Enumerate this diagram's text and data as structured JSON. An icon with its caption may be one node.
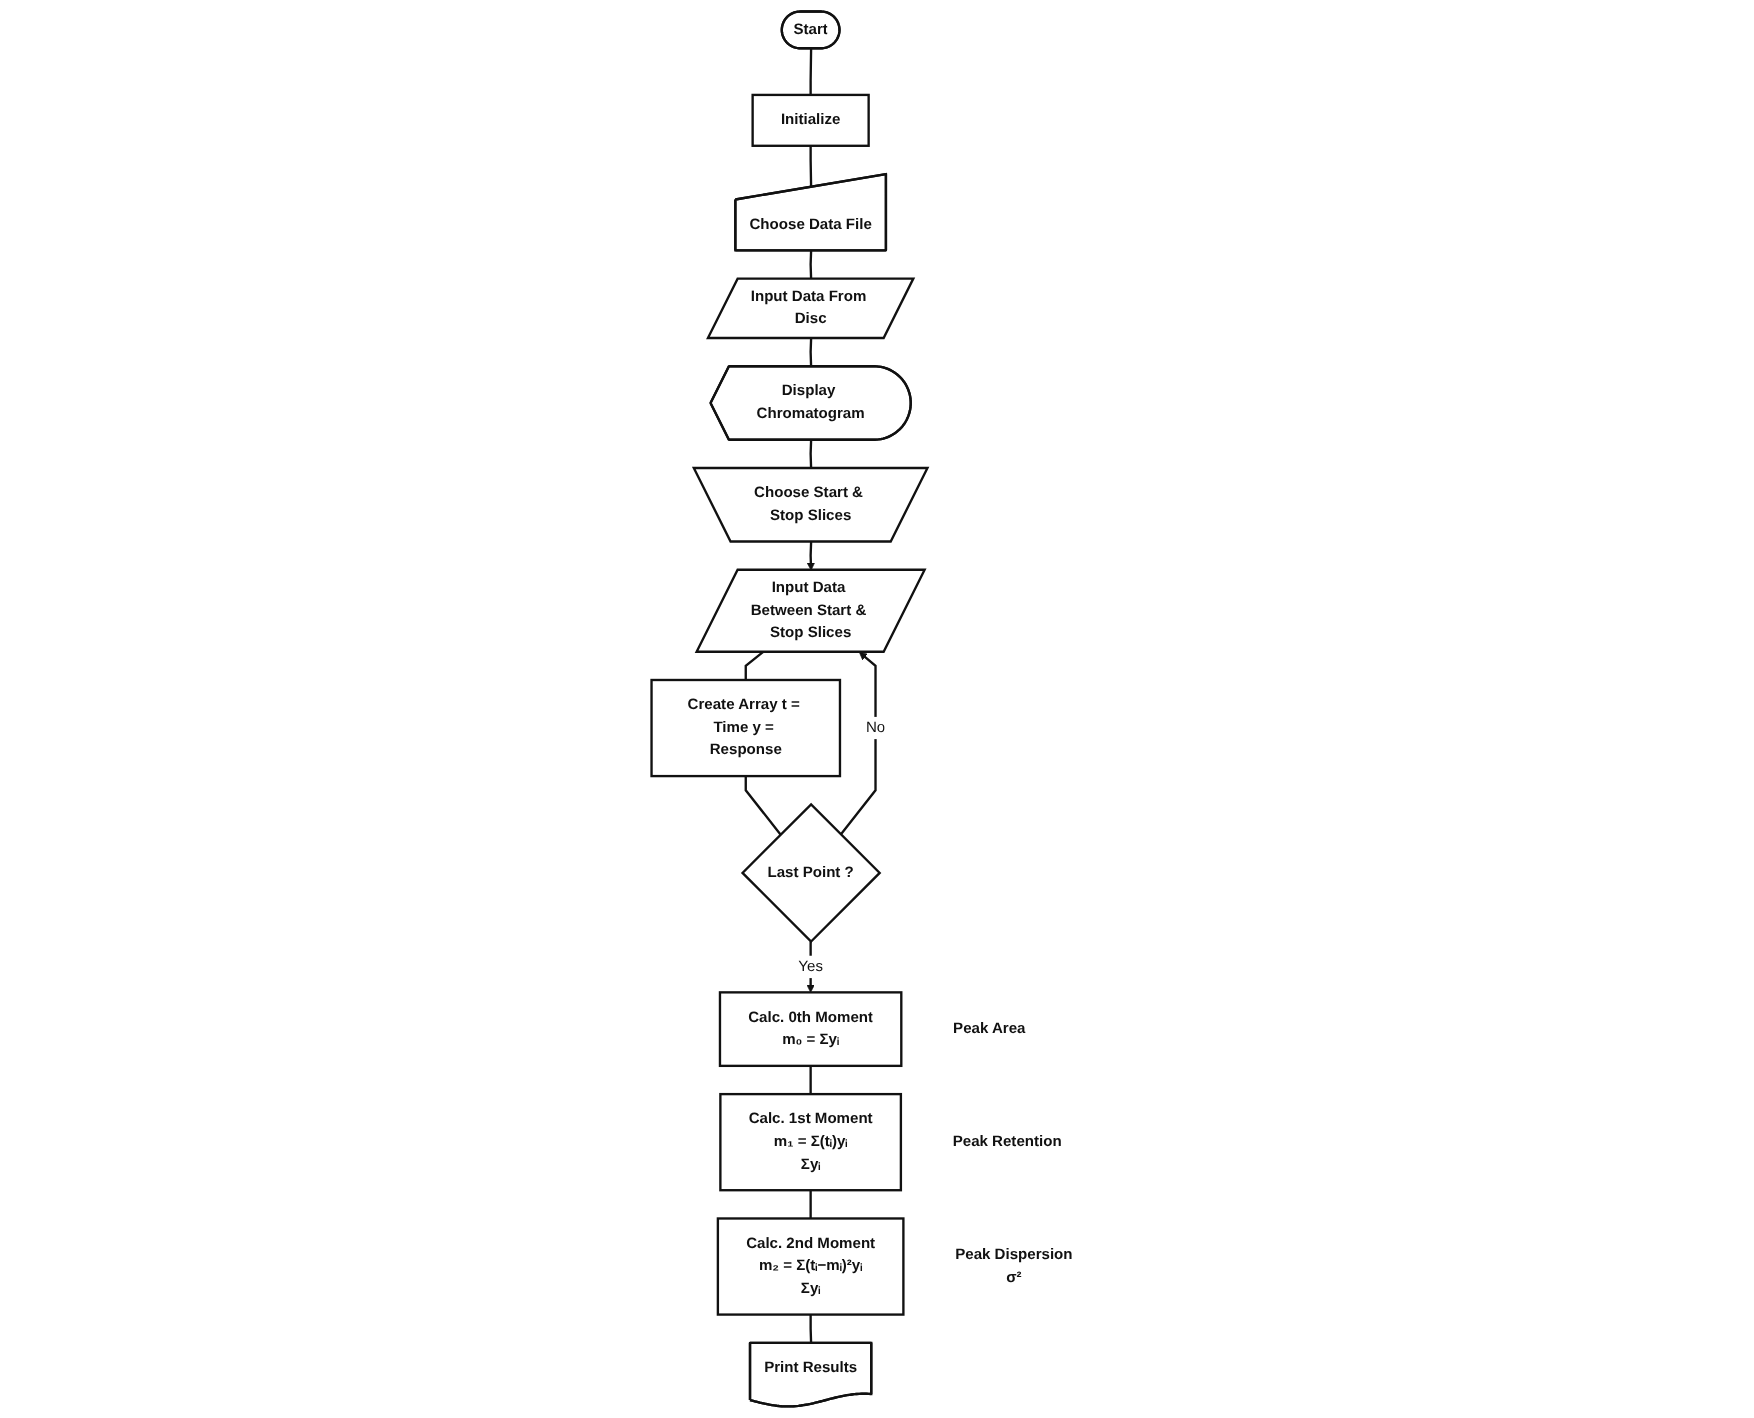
{
  "diagram": {
    "nodes": [
      {
        "text": [
          "Start"
        ]
      },
      {
        "text": [
          "Initialize"
        ]
      },
      {
        "text": [
          "Choose Data File"
        ]
      },
      {
        "text": [
          "Input Data From Disc"
        ]
      },
      {
        "text": [
          "Display Chromatogram"
        ]
      },
      {
        "text": [
          "Choose Start & Stop Slices"
        ]
      },
      {
        "text": [
          "Input Data Between Start & Stop Slices"
        ]
      },
      {
        "text": [
          "Create Array t = Time y = Response"
        ]
      },
      {
        "text": [
          "Last Point ?"
        ]
      },
      {
        "text": [
          "Calc. 0th Moment",
          "m₀ = Σyᵢ"
        ],
        "beside": [
          "Peak Area"
        ]
      },
      {
        "text": [
          "Calc. 1st Moment",
          "m₁ = Σ(tᵢ)yᵢ",
          "Σyᵢ"
        ],
        "beside": [
          "Peak Retention"
        ]
      },
      {
        "text": [
          "Calc. 2nd Moment",
          "m₂ = Σ(tᵢ−mᵢ)²yᵢ",
          "Σyᵢ"
        ],
        "beside": [
          "Peak Dispersion",
          "σ²"
        ]
      },
      {
        "text": [
          "Print Results"
        ]
      }
    ],
    "edges": [
      {
        "from": 0,
        "to": 1,
        "arrow": "none"
      },
      {
        "from": 1,
        "to": 2,
        "arrow": "none"
      },
      {
        "from": 2,
        "to": 3,
        "arrow": "none"
      },
      {
        "from": 3,
        "to": 4,
        "arrow": "none"
      },
      {
        "from": 4,
        "to": 5,
        "arrow": "none"
      },
      {
        "from": 5,
        "to": 6,
        "arrow": "to"
      },
      {
        "from": 6,
        "to": 7,
        "arrow": "none"
      },
      {
        "from": 7,
        "to": 8,
        "arrow": "none"
      },
      {
        "from": 8,
        "to": 6,
        "arrow": "to",
        "label": "No"
      },
      {
        "from": 8,
        "to": 9,
        "arrow": "to",
        "label": "Yes"
      },
      {
        "from": 9,
        "to": 10,
        "arrow": "none"
      },
      {
        "from": 10,
        "to": 11,
        "arrow": "none"
      },
      {
        "from": 11,
        "to": 12,
        "arrow": "none"
      }
    ]
  }
}
